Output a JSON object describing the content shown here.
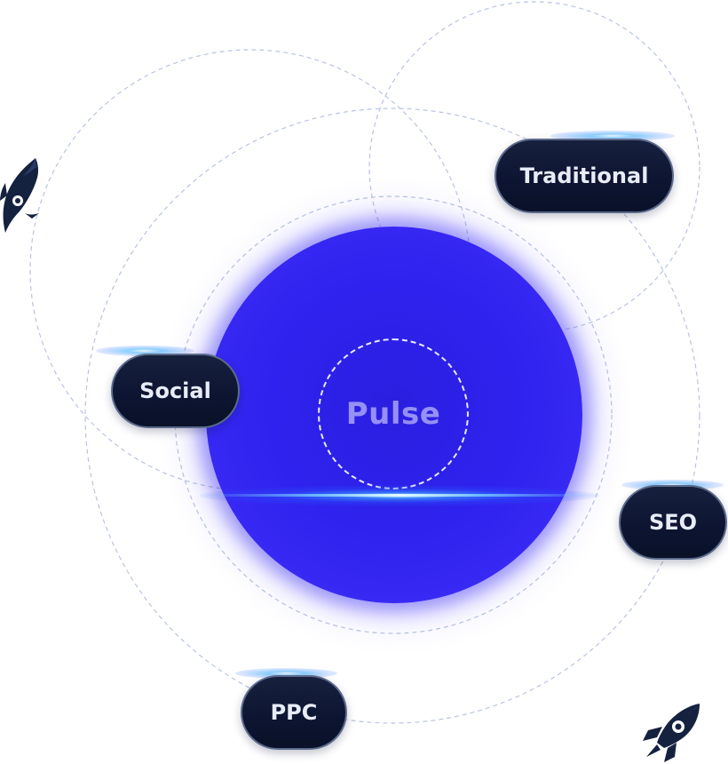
{
  "diagram": {
    "center_label": "Pulse",
    "channels": [
      {
        "id": "traditional",
        "label": "Traditional"
      },
      {
        "id": "social",
        "label": "Social"
      },
      {
        "id": "seo",
        "label": "SEO"
      },
      {
        "id": "ppc",
        "label": "PPC"
      }
    ],
    "icons": [
      "rocket-icon",
      "rocket-icon"
    ],
    "colors": {
      "core": "#2f22ee",
      "pill_background": "#0c1431",
      "pill_border": "#5b6a8c",
      "pill_text": "#e8ecf7",
      "ring": "#b9c4e2",
      "rocket": "#15223f"
    }
  }
}
